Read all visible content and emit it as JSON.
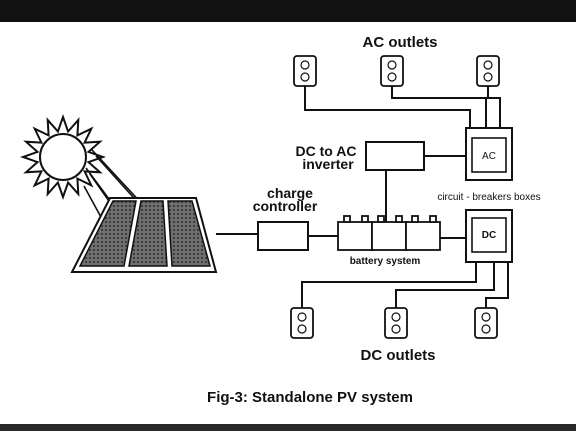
{
  "labels": {
    "ac_outlets": "AC outlets",
    "dc_outlets": "DC outlets",
    "inverter_line1": "DC to AC",
    "inverter_line2": "inverter",
    "charge_line1": "charge",
    "charge_line2": "controller",
    "breakers": "circuit - breakers boxes",
    "ac_box": "AC",
    "dc_box": "DC",
    "battery": "battery system",
    "caption": "Fig-3: Standalone PV system"
  },
  "colors": {
    "ink": "#111111",
    "background": "#ffffff",
    "panel_fill": "#6f6f6f",
    "panel_dots": "#2e2e2e",
    "scan_border": "#111111"
  },
  "icons": {
    "sun": "sun-icon",
    "outlet": "outlet-icon"
  }
}
